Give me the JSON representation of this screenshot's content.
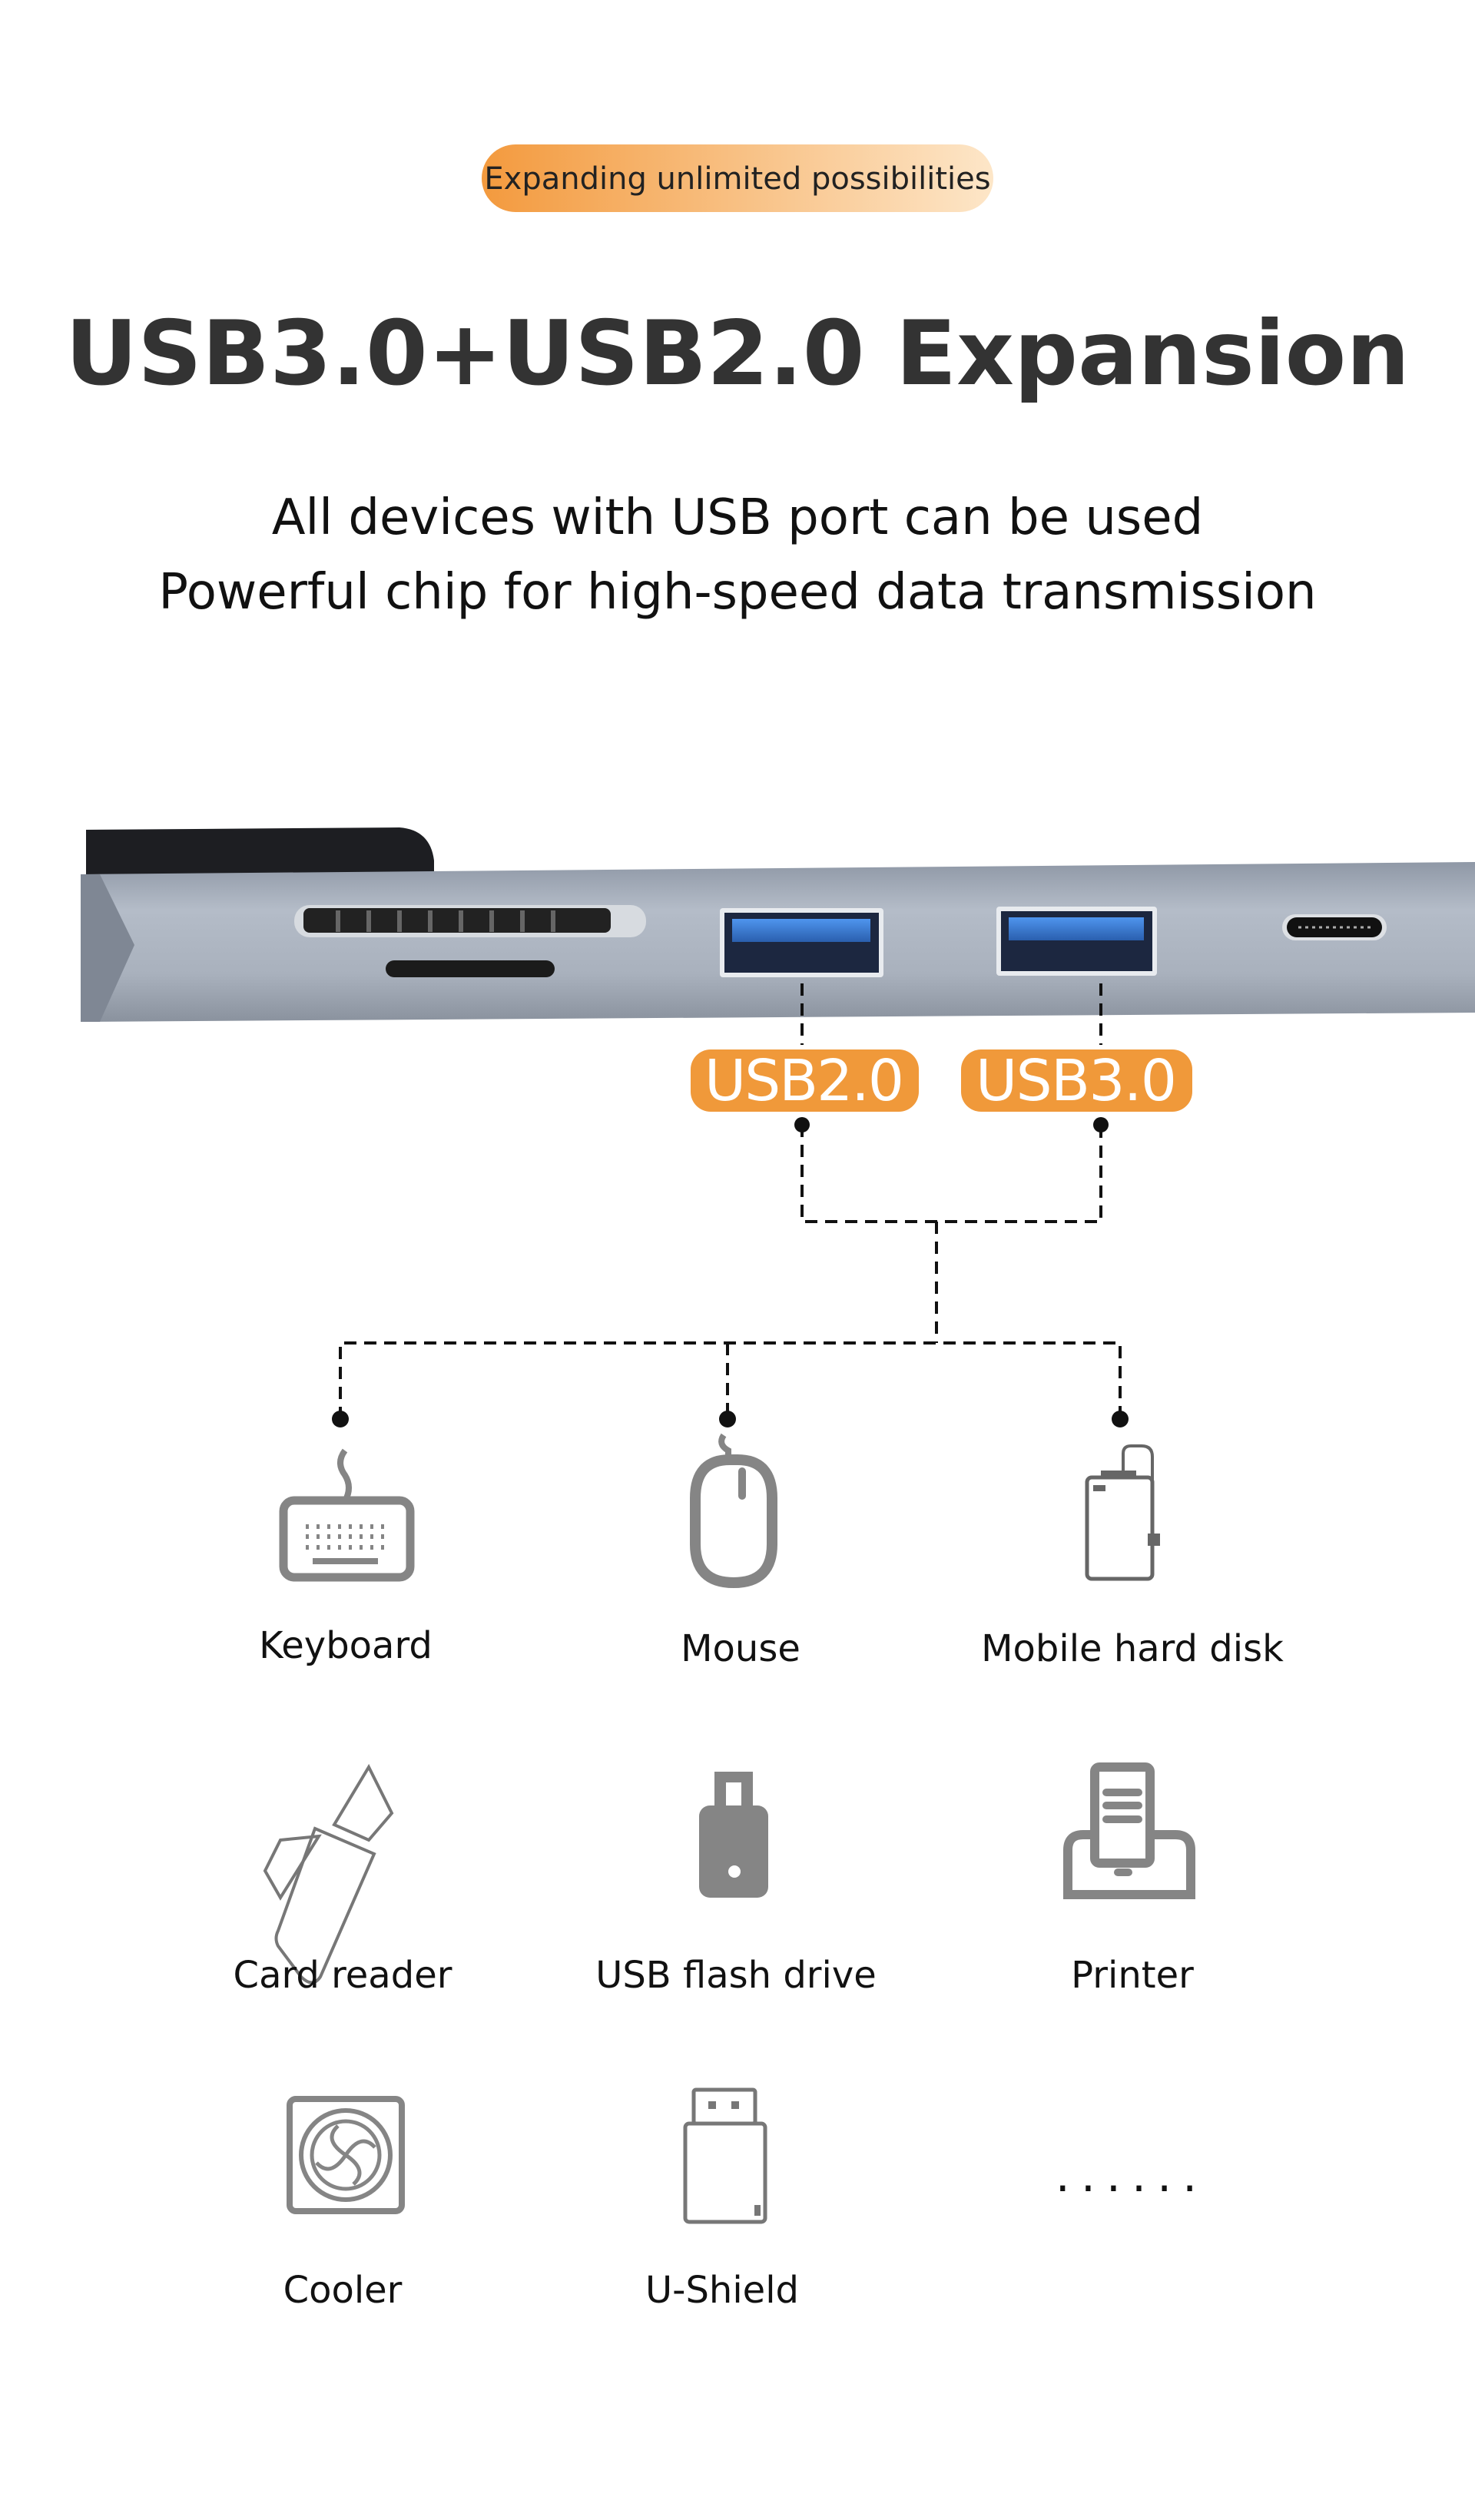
{
  "badge": "Expanding unlimited possibilities",
  "title": "USB3.0+USB2.0 Expansion",
  "subtitle_lines": [
    "All devices with USB port can be used",
    "Powerful chip for high-speed data transmission"
  ],
  "port_labels": {
    "usb2": "USB2.0",
    "usb3": "USB3.0"
  },
  "devices": [
    {
      "label": "Keyboard",
      "icon": "keyboard-icon"
    },
    {
      "label": "Mouse",
      "icon": "mouse-icon"
    },
    {
      "label": "Mobile hard disk",
      "icon": "hard-disk-icon"
    },
    {
      "label": "Card reader",
      "icon": "card-reader-icon"
    },
    {
      "label": "USB flash drive",
      "icon": "usb-flash-drive-icon"
    },
    {
      "label": "Printer",
      "icon": "printer-icon"
    },
    {
      "label": "Cooler",
      "icon": "cooler-icon"
    },
    {
      "label": "U-Shield",
      "icon": "u-shield-icon"
    }
  ],
  "more": "......",
  "colors": {
    "accent": "#f0993a",
    "icon_gray": "#858585",
    "title": "#333333"
  }
}
